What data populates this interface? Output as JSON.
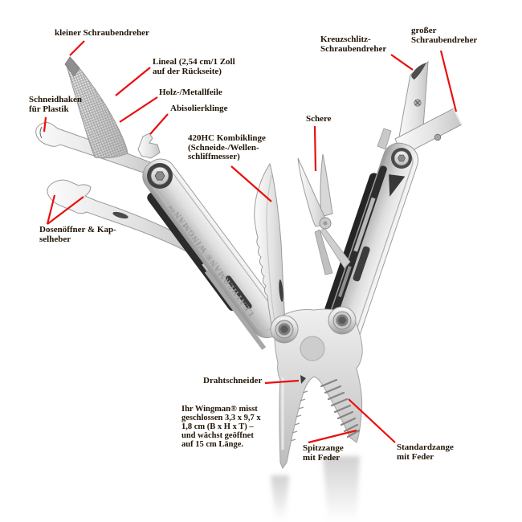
{
  "product": {
    "engraving": "LEATHERMAN® WINGMAN™"
  },
  "labels": {
    "kleiner_schraubendreher": "kleiner Schraubendreher",
    "lineal": "Lineal (2,54 cm/1 Zoll\nauf der Rückseite)",
    "holz_metallfeile": "Holz-/Metallfeile",
    "abisolierklinge": "Abisolierklinge",
    "schneidhaken": "Schneidhaken\nfür Plastik",
    "kombiklinge": "420HC Kombiklinge\n(Schneide-/Wellen-\nschliffmesser)",
    "schere": "Schere",
    "kreuzschlitz": "Kreuzschlitz-\nSchraubendreher",
    "grosser_schraubendreher": "großer\nSchraubendreher",
    "dosenoeffner": "Dosenöffner & Kap-\nselheber",
    "drahtschneider": "Drahtschneider",
    "spec": "Ihr Wingman® misst\ngeschlossen 3,3 x 9,7 x\n1,8 cm (B x H x T) –\nund wächst geöffnet\nauf 15 cm Länge.",
    "spitzzange": "Spitzzange\nmit Feder",
    "standardzange": "Standardzange\nmit Feder"
  },
  "colors": {
    "background": "#ffffff",
    "label_text": "#211405",
    "leader_line": "#e8100e",
    "steel_light": "#f6f6f6",
    "steel_mid": "#c9c9c9",
    "steel_dark": "#8f8f8f"
  }
}
